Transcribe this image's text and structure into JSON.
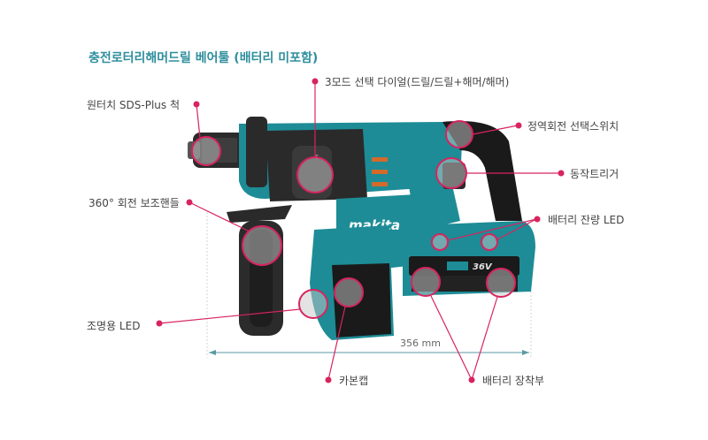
{
  "title": "충전로터리해머드릴 베어툴 (배터리 미포함)",
  "brand": "makita",
  "battery_badge": "36V",
  "labels": {
    "chuck": "원터치 SDS-Plus 척",
    "mode_dial": "3모드 선택 다이얼(드릴/드릴+해머/해머)",
    "direction_switch": "정역회전 선택스위치",
    "trigger": "동작트리거",
    "side_handle": "360° 회전 보조핸들",
    "battery_led": "배터리 잔량 LED",
    "light_led": "조명용 LED",
    "carbon_cap": "카본캡",
    "battery_mount": "배터리 장착부"
  },
  "dimension": {
    "length": "356 mm"
  },
  "colors": {
    "accent": "#d8245e",
    "teal": "#1c8e9a",
    "title": "#2f8f9d"
  }
}
